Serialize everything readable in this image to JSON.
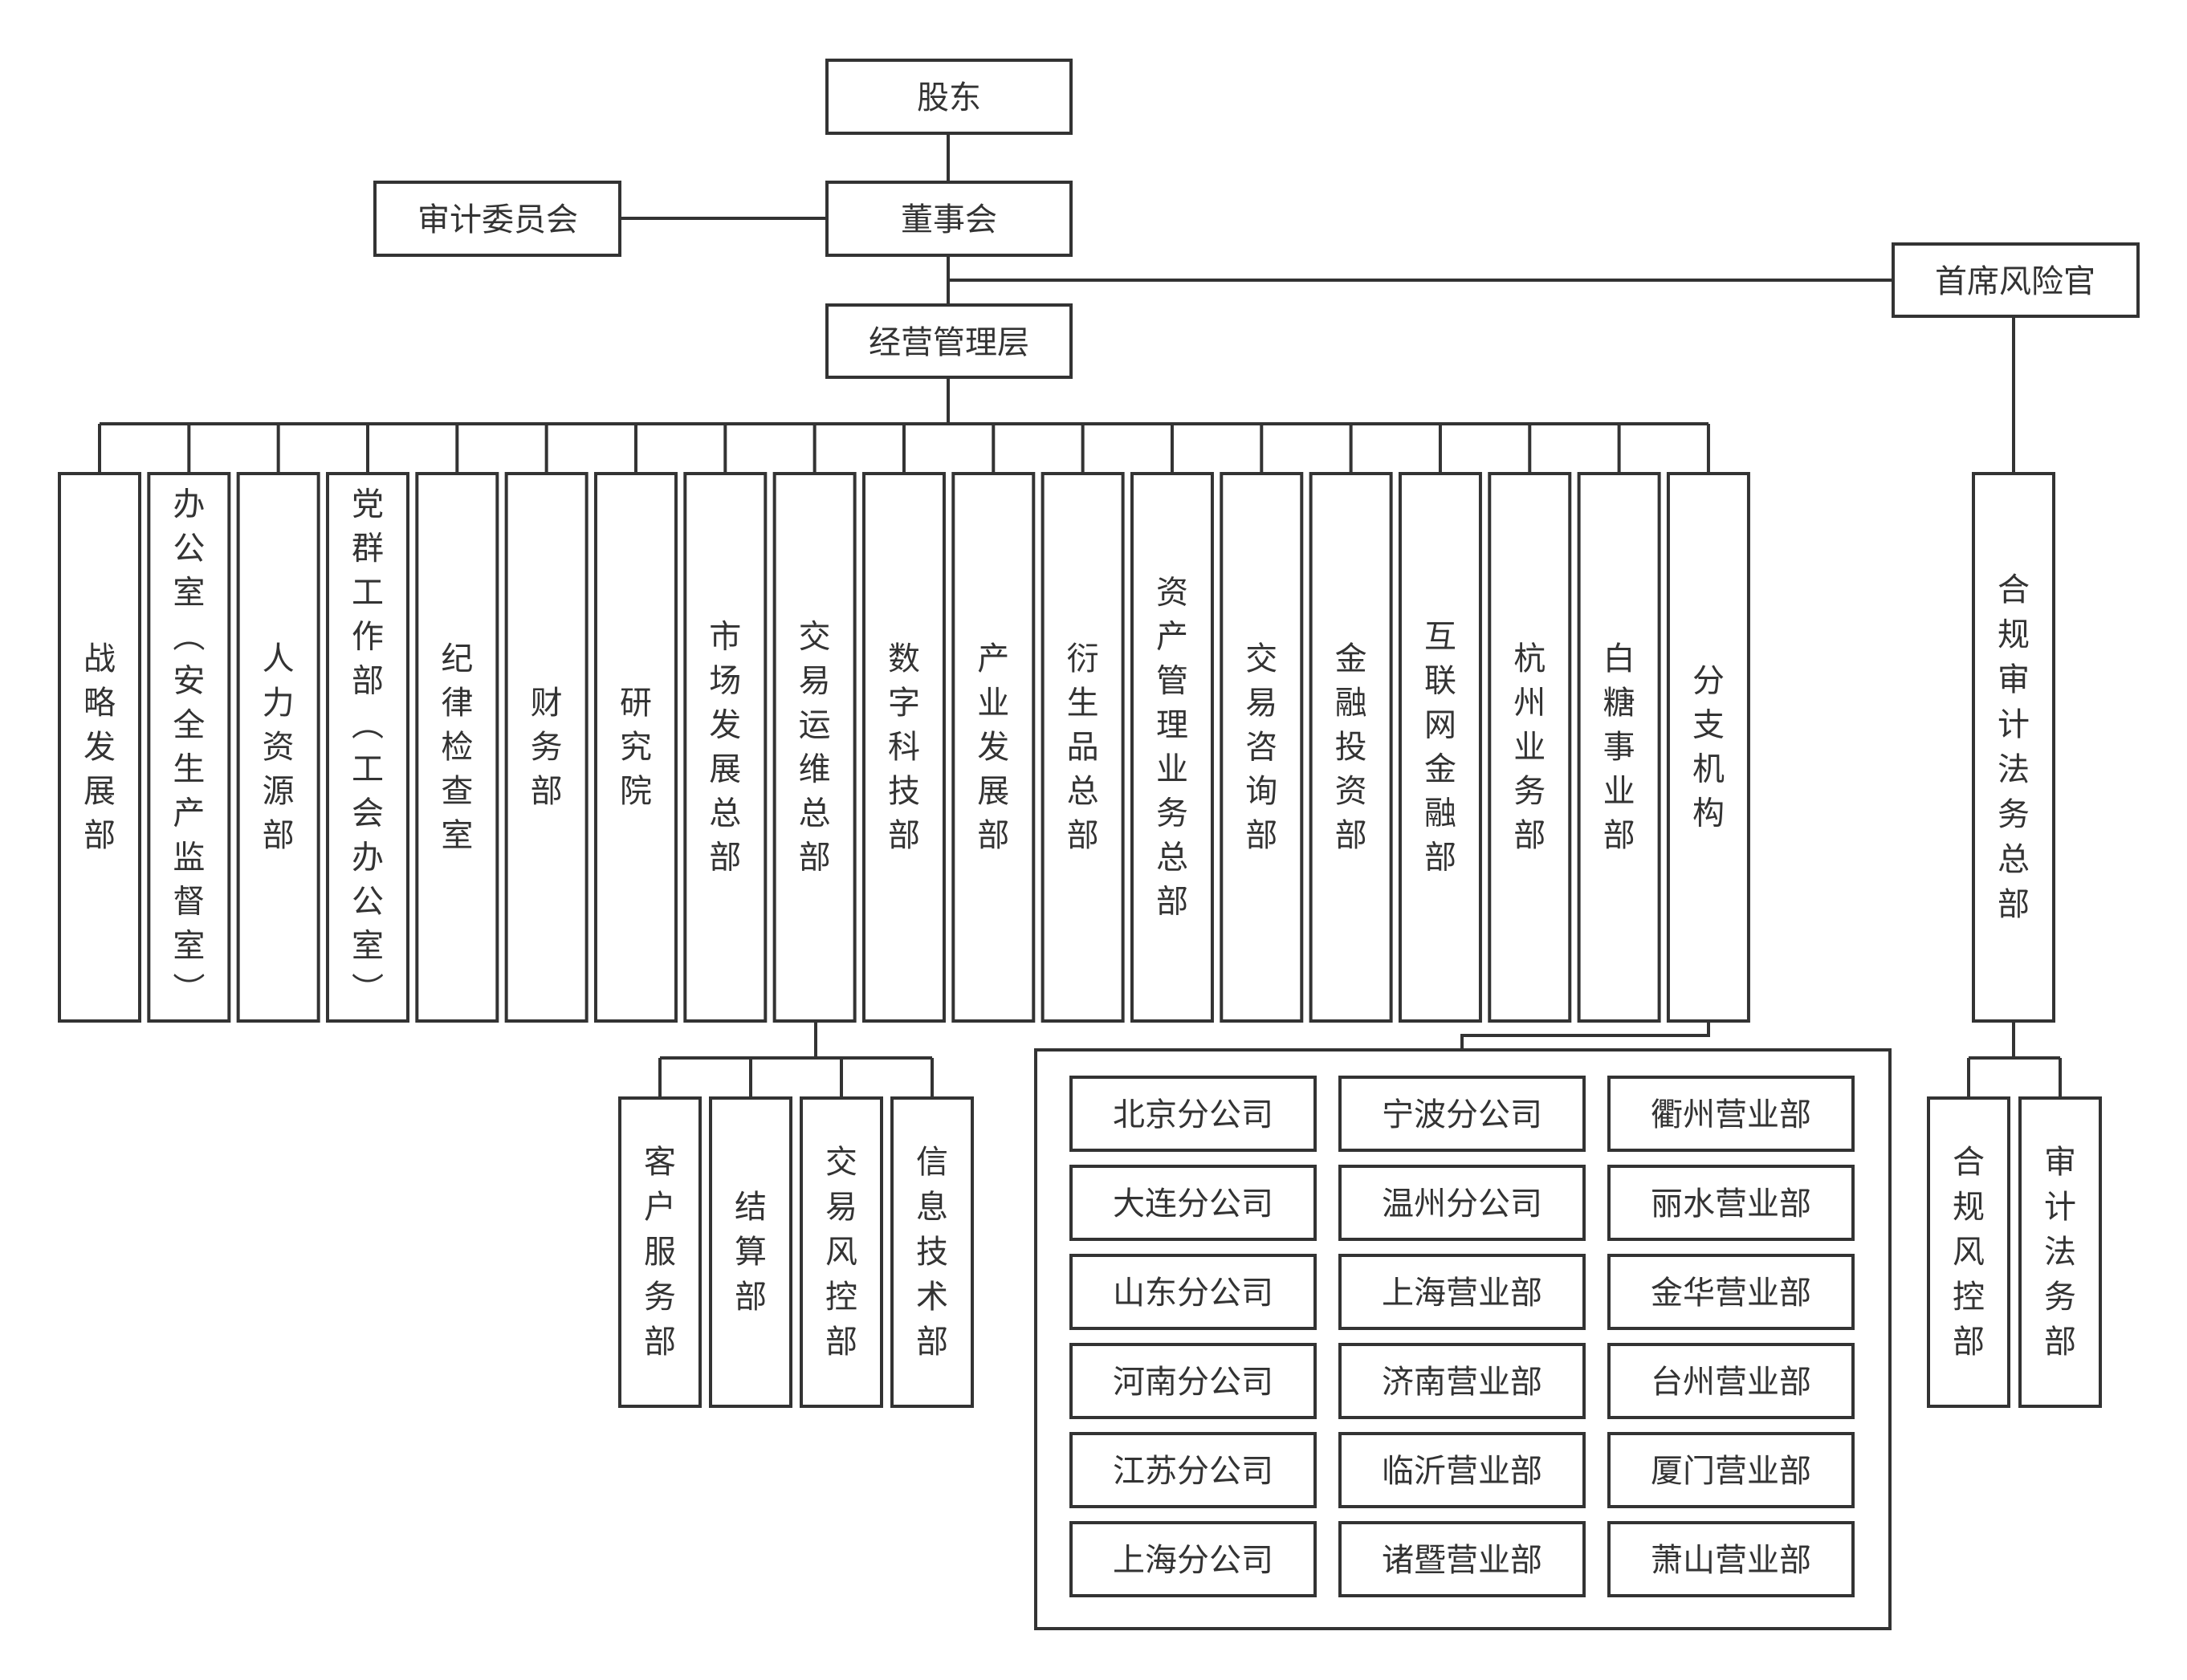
{
  "nodes": {
    "shareholders": "股东",
    "board": "董事会",
    "audit_committee": "审计委员会",
    "cro": "首席风险官",
    "management": "经营管理层",
    "compliance_hq": "合规审计法务总部",
    "trade_ops_hq": "交易运维总部"
  },
  "departments": [
    "战略发展部",
    "办公室（安全生产监督室）",
    "人力资源部",
    "党群工作部（工会办公室）",
    "纪律检查室",
    "财务部",
    "研究院",
    "市场发展总部",
    "交易运维总部",
    "数字科技部",
    "产业发展部",
    "衍生品总部",
    "资产管理业务总部",
    "交易咨询部",
    "金融投资部",
    "互联网金融部",
    "杭州业务部",
    "白糖事业部",
    "分支机构"
  ],
  "trade_ops_subs": [
    "客户服务部",
    "结算部",
    "交易风控部",
    "信息技术部"
  ],
  "compliance_subs": [
    "合规风控部",
    "审计法务部"
  ],
  "branches": [
    [
      "北京分公司",
      "宁波分公司",
      "衢州营业部"
    ],
    [
      "大连分公司",
      "温州分公司",
      "丽水营业部"
    ],
    [
      "山东分公司",
      "上海营业部",
      "金华营业部"
    ],
    [
      "河南分公司",
      "济南营业部",
      "台州营业部"
    ],
    [
      "江苏分公司",
      "临沂营业部",
      "厦门营业部"
    ],
    [
      "上海分公司",
      "诸暨营业部",
      "萧山营业部"
    ]
  ]
}
